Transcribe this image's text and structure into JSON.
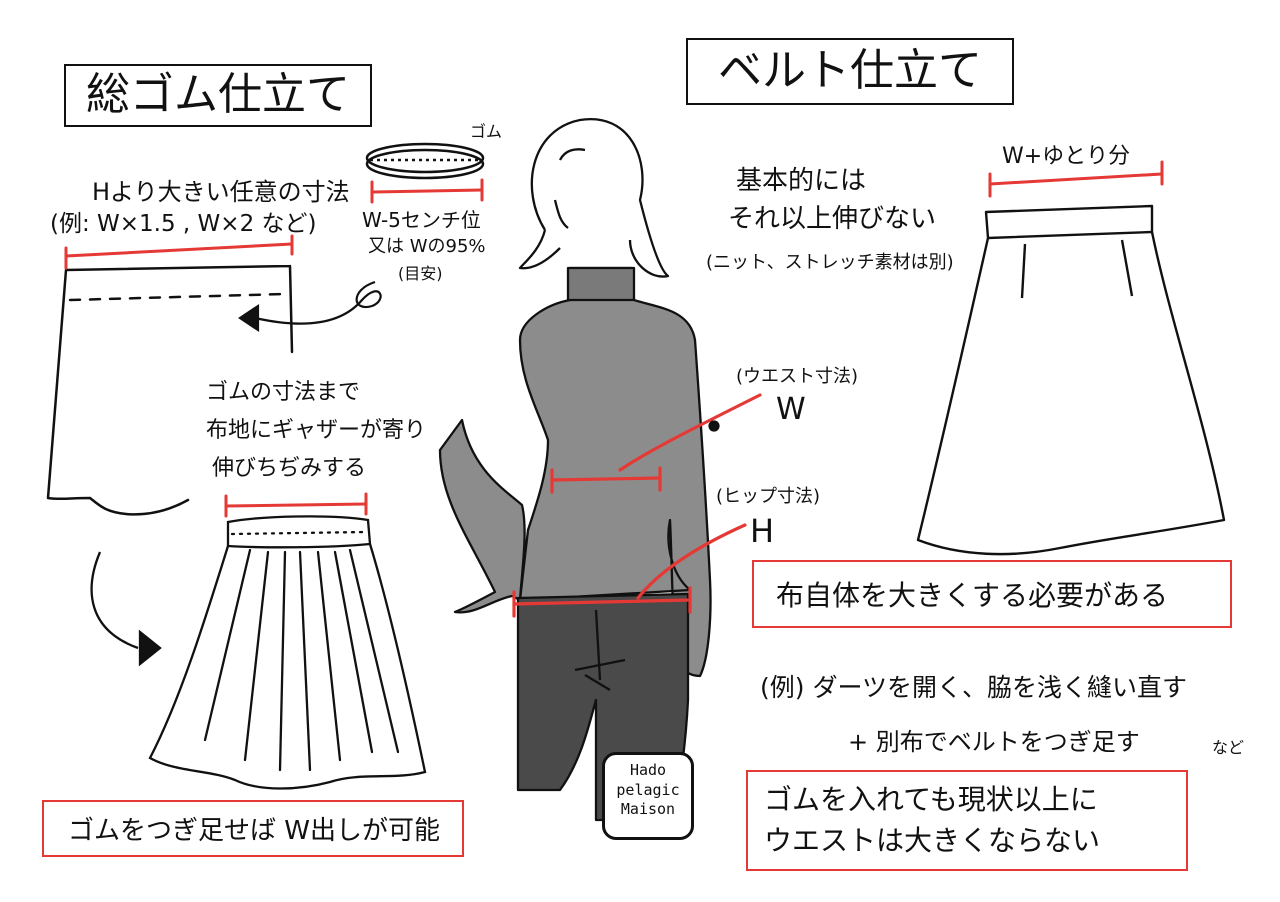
{
  "left": {
    "title": "総ゴム仕立て",
    "fabric_note_1": "Hより大きい任意の寸法",
    "fabric_note_2": "(例: W×1.5 , W×2 など)",
    "elastic_label": "ゴム",
    "elastic_note_1": "W-5センチ位",
    "elastic_note_2": "又は Wの95%",
    "elastic_note_3": "(目安)",
    "gather_note_1": "ゴムの寸法まで",
    "gather_note_2": "布地にギャザーが寄り",
    "gather_note_3": "伸びちぢみする",
    "bottom_box": "ゴムをつぎ足せば W出しが可能"
  },
  "figure": {
    "waist_label": "(ウエスト寸法)",
    "waist_letter": "W",
    "hip_label": "(ヒップ寸法)",
    "hip_letter": "H"
  },
  "logo": {
    "line1": "Hado",
    "line2": "pelagic",
    "line3": "Maison"
  },
  "right": {
    "title": "ベルト仕立て",
    "belt_label": "W+ゆとり分",
    "belt_note_1": "基本的には",
    "belt_note_2": "それ以上伸びない",
    "belt_note_3": "(ニット、ストレッチ素材は別)",
    "box1": "布自体を大きくする必要がある",
    "example_1": "(例) ダーツを開く、脇を浅く縫い直す",
    "example_2": "+ 別布でベルトをつぎ足す",
    "example_2_suffix": "など",
    "box2_line1": "ゴムを入れても現状以上に",
    "box2_line2": "ウエストは大きくならない"
  },
  "colors": {
    "ink": "#111111",
    "accent_red": "#e53935",
    "top_gray": "#8c8c8c",
    "pants_gray": "#4a4a4a"
  }
}
